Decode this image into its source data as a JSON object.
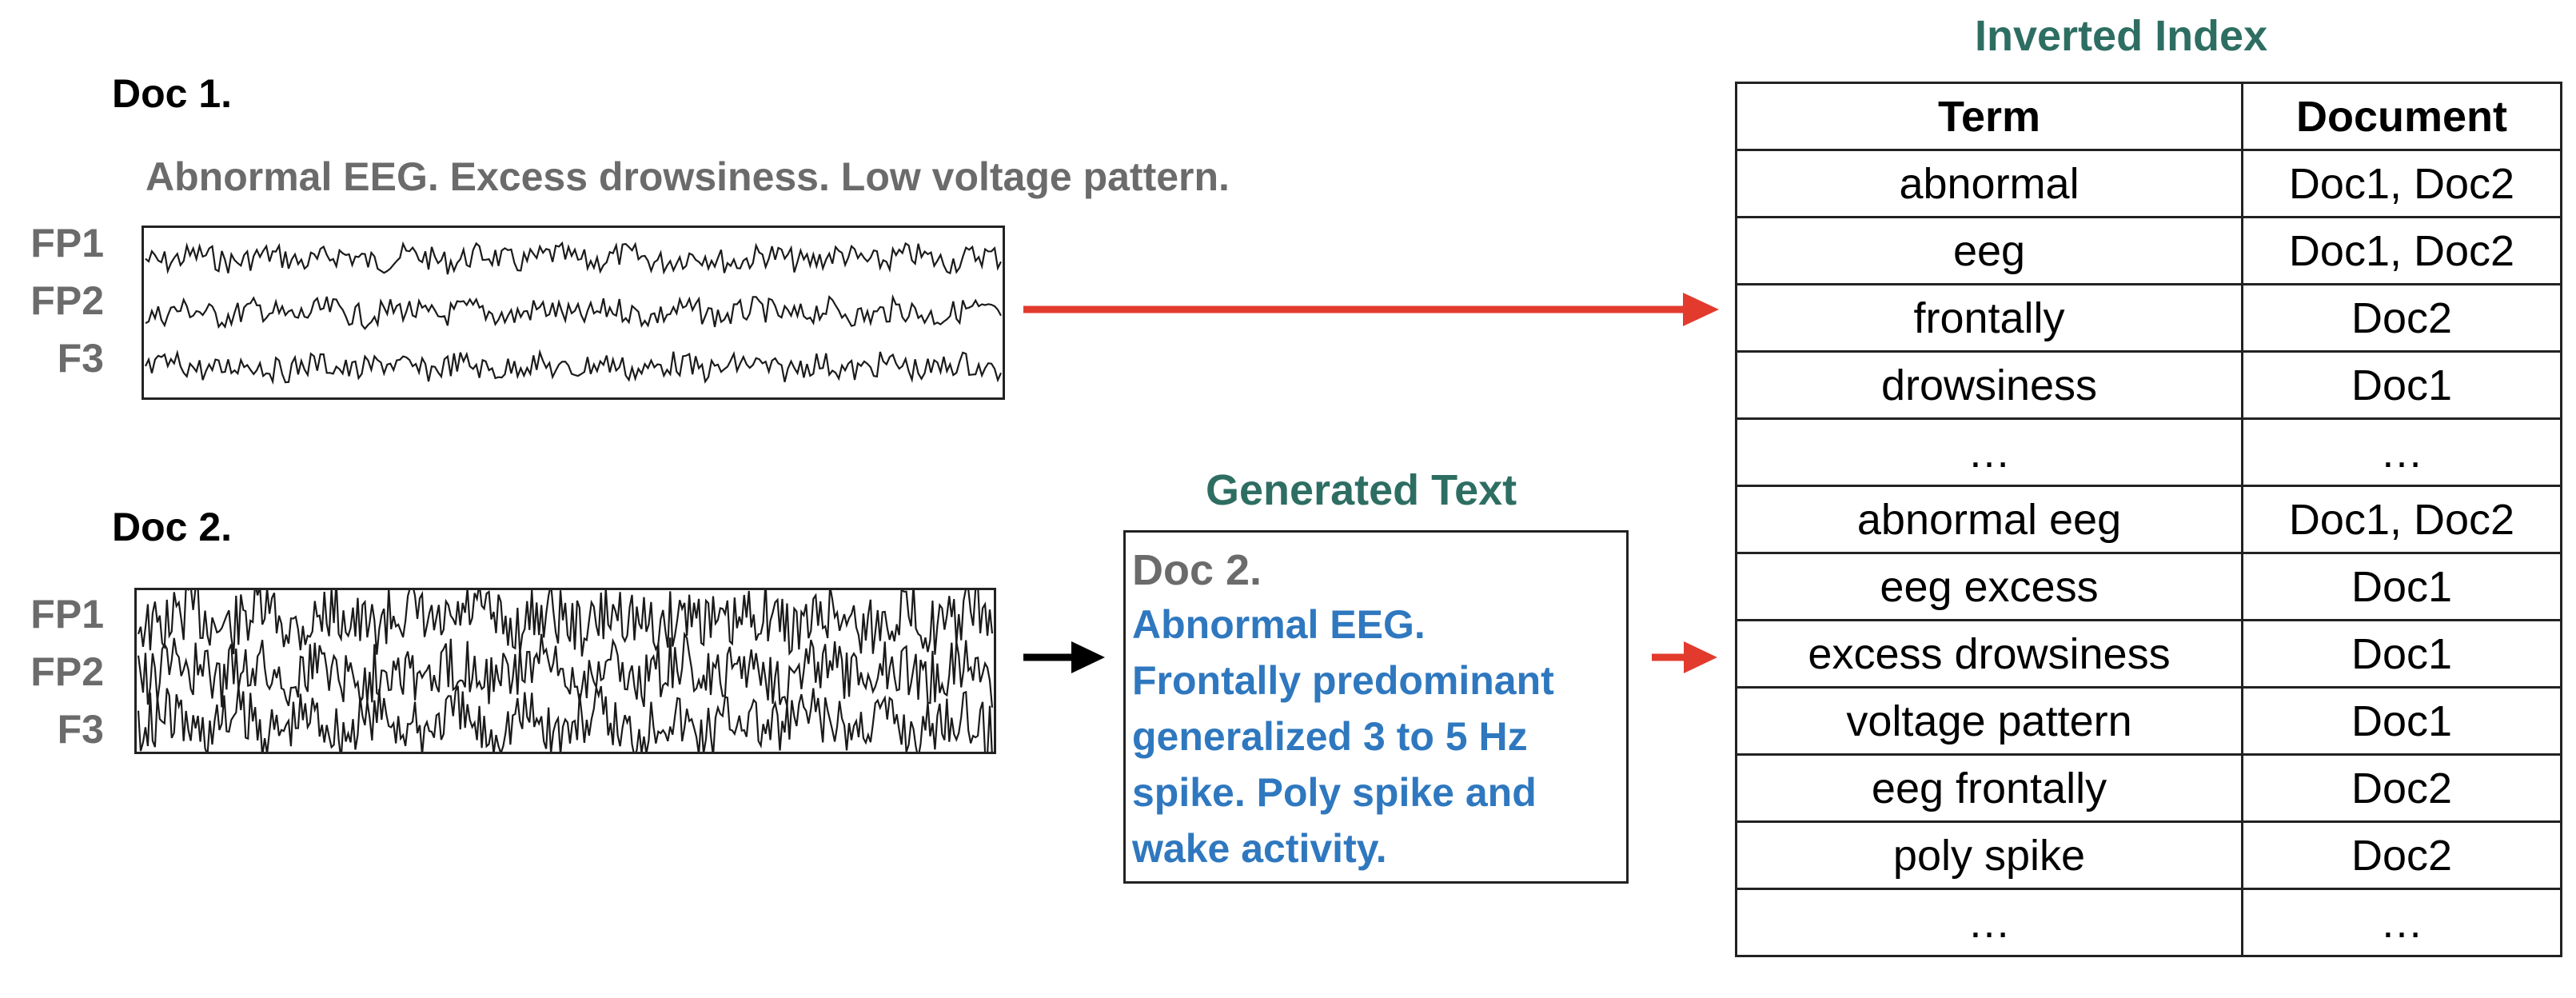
{
  "doc1": {
    "title": "Doc 1.",
    "caption": "Abnormal EEG. Excess drowsiness. Low voltage pattern.",
    "channels": [
      "FP1",
      "FP2",
      "F3"
    ]
  },
  "doc2": {
    "title": "Doc 2.",
    "channels": [
      "FP1",
      "FP2",
      "F3"
    ]
  },
  "generated": {
    "heading": "Generated Text",
    "doc_label": "Doc 2.",
    "lines": [
      "Abnormal EEG.",
      "Frontally predominant",
      "generalized 3 to 5 Hz",
      "spike. Poly spike and",
      "wake activity."
    ]
  },
  "index": {
    "heading": "Inverted Index",
    "columns": [
      "Term",
      "Document"
    ],
    "rows": [
      [
        "abnormal",
        "Doc1, Doc2"
      ],
      [
        "eeg",
        "Doc1, Doc2"
      ],
      [
        "frontally",
        "Doc2"
      ],
      [
        "drowsiness",
        "Doc1"
      ],
      [
        "…",
        "…"
      ],
      [
        "abnormal eeg",
        "Doc1, Doc2"
      ],
      [
        "eeg excess",
        "Doc1"
      ],
      [
        "excess drowsiness",
        "Doc1"
      ],
      [
        "voltage pattern",
        "Doc1"
      ],
      [
        "eeg frontally",
        "Doc2"
      ],
      [
        "poly spike",
        "Doc2"
      ],
      [
        "…",
        "…"
      ]
    ]
  },
  "colors": {
    "arrow_red": "#e23b2e",
    "arrow_black": "#000000",
    "teal": "#2e6e62",
    "generated_blue": "#2f78bf",
    "gray": "#6b6b6b"
  }
}
